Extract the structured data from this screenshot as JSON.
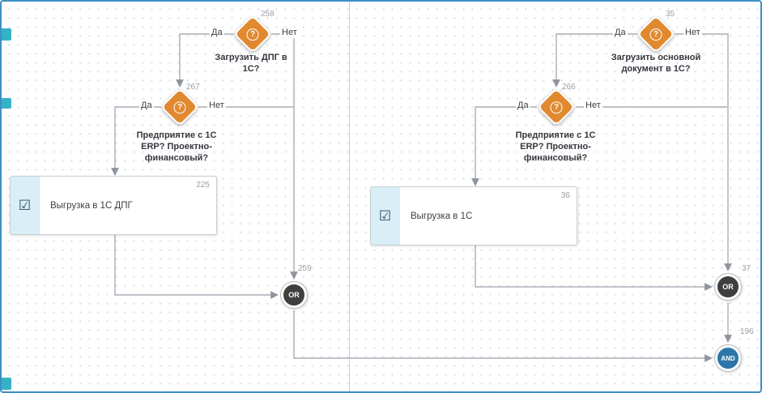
{
  "canvas": {
    "frame_color": "#3d8fc6",
    "connector_color": "#a9afb7",
    "divider_color": "#c3c9cf",
    "grid_dot_color": "#d9dce0",
    "decision_color": "#e0892f",
    "gateway_or_color": "#3f3f3e",
    "gateway_and_color": "#2d76a9",
    "task_strip_color": "#d9eef6",
    "lane_stub_color": "#35b2c6"
  },
  "glyphs": {
    "question": "?",
    "task_icon": "☑"
  },
  "left_lane": {
    "decision_top": {
      "number": "258",
      "yes_label": "Да",
      "no_label": "Нет",
      "question": "Загрузить ДПГ в 1С?"
    },
    "decision_mid": {
      "number": "267",
      "yes_label": "Да",
      "no_label": "Нет",
      "question": "Предприятие с 1С ERP? Проектно-финансовый?"
    },
    "task": {
      "number": "225",
      "label": "Выгрузка в 1С ДПГ"
    },
    "or_gateway": {
      "number": "259",
      "label": "OR"
    }
  },
  "right_lane": {
    "decision_top": {
      "number": "35",
      "yes_label": "Да",
      "no_label": "Нет",
      "question": "Загрузить основной документ в 1С?"
    },
    "decision_mid": {
      "number": "266",
      "yes_label": "Да",
      "no_label": "Нет",
      "question": "Предприятие с 1С ERP? Проектно-финансовый?"
    },
    "task": {
      "number": "36",
      "label": "Выгрузка в 1С"
    },
    "or_gateway": {
      "number": "37",
      "label": "OR"
    },
    "and_gateway": {
      "number": "196",
      "label": "AND"
    }
  }
}
